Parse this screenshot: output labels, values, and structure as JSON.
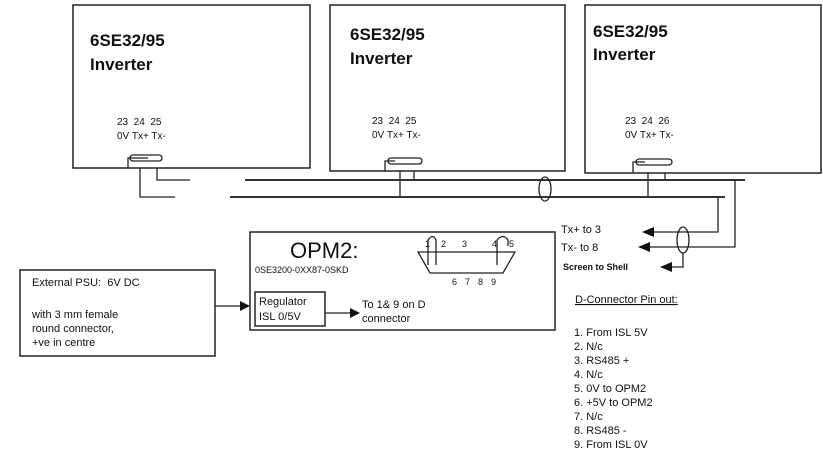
{
  "inverters": [
    {
      "model": "6SE32/95",
      "label": "Inverter",
      "pin_numbers": "23  24  25",
      "pin_labels": "0V Tx+ Tx-"
    },
    {
      "model": "6SE32/95",
      "label": "Inverter",
      "pin_numbers": "23  24  25",
      "pin_labels": "0V Tx+ Tx-"
    },
    {
      "model": "6SE32/95",
      "label": "Inverter",
      "pin_numbers": "23  24  26",
      "pin_labels": "0V Tx+ Tx-"
    }
  ],
  "opm2": {
    "title": "OPM2:",
    "part_number": "0SE3200-0XX87-0SKD",
    "connector_top_pins": [
      "1",
      "2",
      "3",
      "4",
      "5"
    ],
    "connector_bottom_pins": [
      "6",
      "7",
      "8",
      "9"
    ],
    "regulator_line1": "Regulator",
    "regulator_line2": "ISL 0/5V",
    "output_line1": "To 1& 9 on D",
    "output_line2": "connector"
  },
  "psu": {
    "line1": "External PSU:  6V DC",
    "line2": "with 3 mm  female",
    "line3": "round connector,",
    "line4": "+ve in centre"
  },
  "connections": {
    "tx_plus": "Tx+ to 3",
    "tx_minus": "Tx- to 8",
    "screen": "Screen to Shell"
  },
  "pinout": {
    "title": "D-Connector Pin out:",
    "items": [
      "1. From ISL 5V",
      "2. N/c",
      "3. RS485 +",
      "4. N/c",
      "5. 0V to OPM2",
      "6. +5V to OPM2",
      "7. N/c",
      "8. RS485 -",
      "9. From ISL 0V"
    ]
  }
}
